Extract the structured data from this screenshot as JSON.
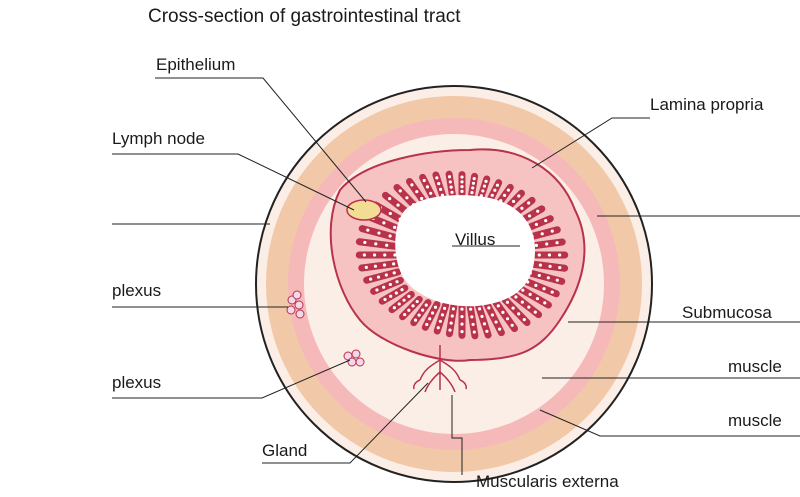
{
  "title": "Cross-section of gastrointestinal tract",
  "labels": {
    "epithelium": "Epithelium",
    "lymph_node": "Lymph node",
    "plexus_1": "plexus",
    "plexus_2": "plexus",
    "gland": "Gland",
    "villus": "Villus",
    "lamina_propria": "Lamina propria",
    "submucosa": "Submucosa",
    "muscle_1": "muscle",
    "muscle_2": "muscle",
    "muscularis_externa": "Muscularis externa"
  },
  "colors": {
    "serosa": "#f2c9a8",
    "muscle_band": "#f6b9b9",
    "submucosa": "#fbeee6",
    "mucosa": "#f7c2c2",
    "epithelium_outline": "#b7324a",
    "epithelium_fill": "#d84f6a",
    "lumen": "#ffffff",
    "lymph_node": "#f3dc93",
    "plexus": "#f4d7ea"
  }
}
